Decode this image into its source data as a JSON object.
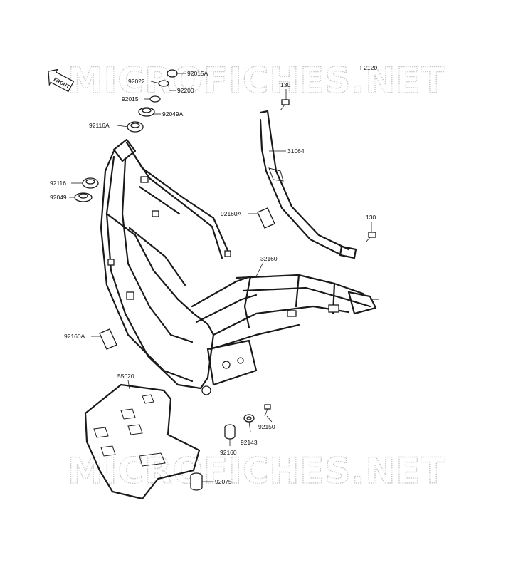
{
  "watermark": "MICROFICHES.NET",
  "figure_code": "F2120",
  "front_label": "FRONT",
  "labels": {
    "p92015A": "92015A",
    "p92022": "92022",
    "p92200": "92200",
    "p92015": "92015",
    "p92049A": "92049A",
    "p92116A": "92116A",
    "p92116": "92116",
    "p92049": "92049",
    "p130_top": "130",
    "p31064": "31064",
    "p92160A_top": "92160A",
    "p130_mid": "130",
    "p32160": "32160",
    "p92160A_left": "92160A",
    "p55020": "55020",
    "p92150": "92150",
    "p92143": "92143",
    "p92160": "92160",
    "p92075": "92075"
  }
}
